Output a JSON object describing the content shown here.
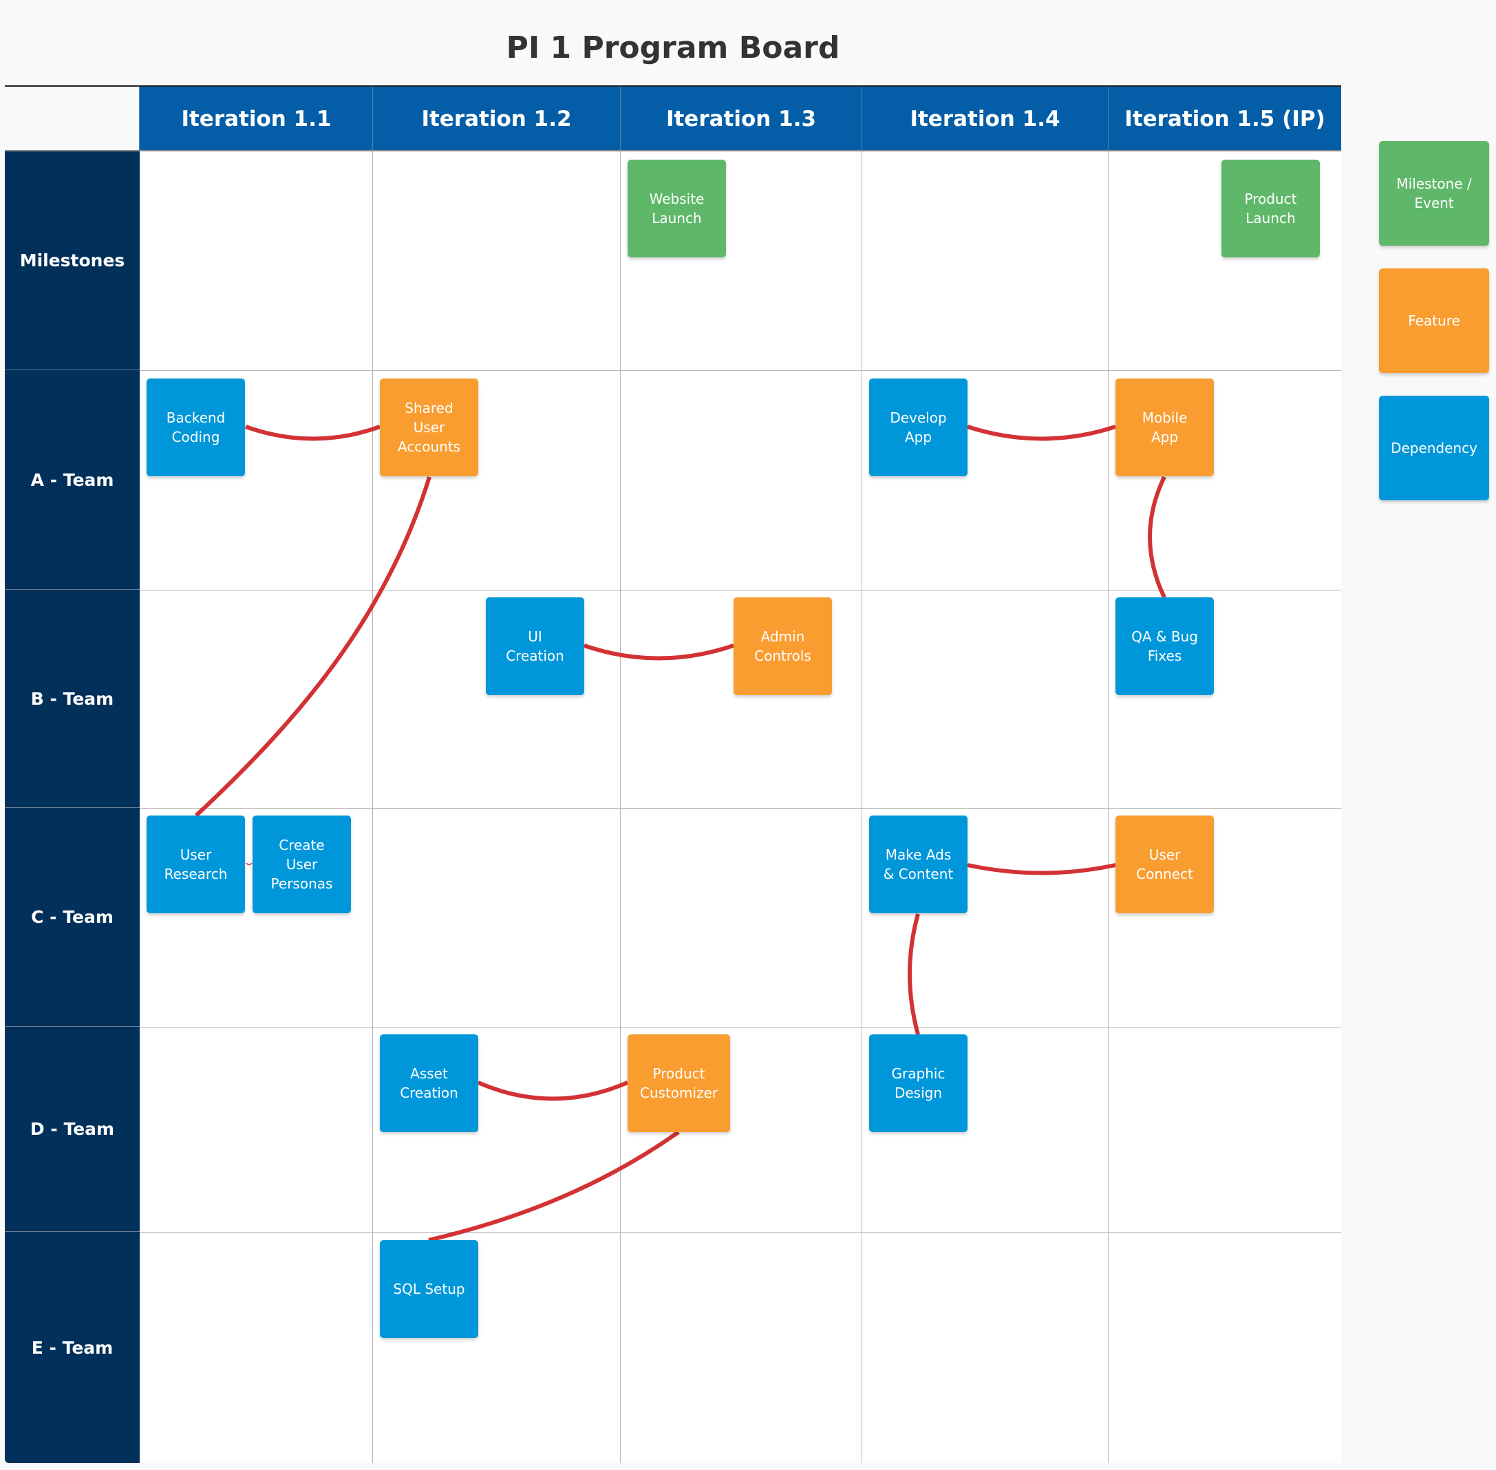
{
  "title": "PI 1 Program Board",
  "columns": [
    {
      "label": "Iteration 1.1"
    },
    {
      "label": "Iteration 1.2"
    },
    {
      "label": "Iteration 1.3"
    },
    {
      "label": "Iteration 1.4"
    },
    {
      "label": "Iteration 1.5 (IP)"
    }
  ],
  "rows": [
    {
      "label": "Milestones"
    },
    {
      "label": "A - Team"
    },
    {
      "label": "B - Team"
    },
    {
      "label": "C - Team"
    },
    {
      "label": "D - Team"
    },
    {
      "label": "E - Team"
    }
  ],
  "cards": [
    {
      "id": "website-launch",
      "text": "Website\nLaunch",
      "type": "milestone",
      "row": "Milestones",
      "column": "Iteration 1.3"
    },
    {
      "id": "product-launch",
      "text": "Product\nLaunch",
      "type": "milestone",
      "row": "Milestones",
      "column": "Iteration 1.5 (IP)"
    },
    {
      "id": "backend-coding",
      "text": "Backend\nCoding",
      "type": "dependency",
      "row": "A - Team",
      "column": "Iteration 1.1"
    },
    {
      "id": "shared-user-accounts",
      "text": "Shared\nUser\nAccounts",
      "type": "feature",
      "row": "A - Team",
      "column": "Iteration 1.2"
    },
    {
      "id": "develop-app",
      "text": "Develop\nApp",
      "type": "dependency",
      "row": "A - Team",
      "column": "Iteration 1.4"
    },
    {
      "id": "mobile-app",
      "text": "Mobile\nApp",
      "type": "feature",
      "row": "A - Team",
      "column": "Iteration 1.5 (IP)"
    },
    {
      "id": "ui-creation",
      "text": "UI\nCreation",
      "type": "dependency",
      "row": "B - Team",
      "column": "Iteration 1.2"
    },
    {
      "id": "admin-controls",
      "text": "Admin\nControls",
      "type": "feature",
      "row": "B - Team",
      "column": "Iteration 1.3"
    },
    {
      "id": "qa-bug-fixes",
      "text": "QA & Bug\nFixes",
      "type": "dependency",
      "row": "B - Team",
      "column": "Iteration 1.5 (IP)"
    },
    {
      "id": "user-research",
      "text": "User\nResearch",
      "type": "dependency",
      "row": "C - Team",
      "column": "Iteration 1.1"
    },
    {
      "id": "create-user-personas",
      "text": "Create\nUser\nPersonas",
      "type": "dependency",
      "row": "C - Team",
      "column": "Iteration 1.1"
    },
    {
      "id": "make-ads-content",
      "text": "Make Ads\n& Content",
      "type": "dependency",
      "row": "C - Team",
      "column": "Iteration 1.4"
    },
    {
      "id": "user-connect",
      "text": "User\nConnect",
      "type": "feature",
      "row": "C - Team",
      "column": "Iteration 1.5 (IP)"
    },
    {
      "id": "asset-creation",
      "text": "Asset\nCreation",
      "type": "dependency",
      "row": "D - Team",
      "column": "Iteration 1.2"
    },
    {
      "id": "product-customizer",
      "text": "Product\nCustomizer",
      "type": "feature",
      "row": "D - Team",
      "column": "Iteration 1.3"
    },
    {
      "id": "graphic-design",
      "text": "Graphic\nDesign",
      "type": "dependency",
      "row": "D - Team",
      "column": "Iteration 1.4"
    },
    {
      "id": "sql-setup",
      "text": "SQL Setup",
      "type": "dependency",
      "row": "E - Team",
      "column": "Iteration 1.2"
    }
  ],
  "dependencies": [
    {
      "from": "backend-coding",
      "to": "shared-user-accounts"
    },
    {
      "from": "user-research",
      "to": "shared-user-accounts"
    },
    {
      "from": "develop-app",
      "to": "mobile-app"
    },
    {
      "from": "qa-bug-fixes",
      "to": "mobile-app"
    },
    {
      "from": "ui-creation",
      "to": "admin-controls"
    },
    {
      "from": "user-research",
      "to": "create-user-personas"
    },
    {
      "from": "make-ads-content",
      "to": "user-connect"
    },
    {
      "from": "graphic-design",
      "to": "make-ads-content"
    },
    {
      "from": "asset-creation",
      "to": "product-customizer"
    },
    {
      "from": "sql-setup",
      "to": "product-customizer"
    }
  ],
  "legend": [
    {
      "label": "Milestone /\nEvent",
      "type": "milestone"
    },
    {
      "label": "Feature",
      "type": "feature"
    },
    {
      "label": "Dependency",
      "type": "dependency"
    }
  ],
  "colors": {
    "milestone": "#5fb86a",
    "feature": "#f99d31",
    "dependency": "#0097da",
    "header": "#045ea7",
    "row_header": "#01305a",
    "connector": "#d33235"
  }
}
